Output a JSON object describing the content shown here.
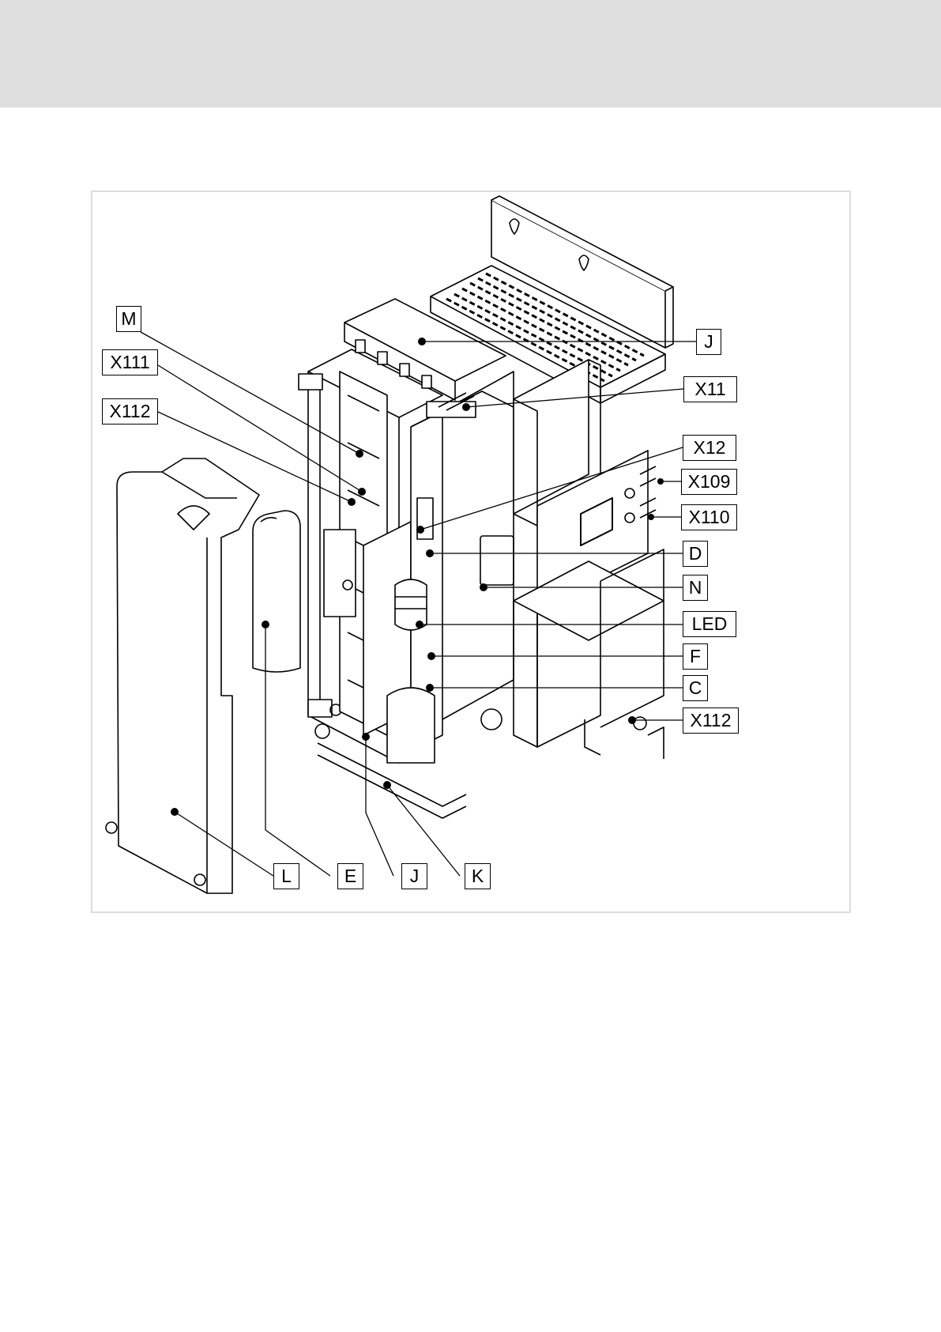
{
  "callouts": {
    "M": "M",
    "X111": "X111",
    "X112_left": "X112",
    "J_top": "J",
    "X11": "X11",
    "X12": "X12",
    "X109": "X109",
    "X110": "X110",
    "D": "D",
    "N": "N",
    "LED": "LED",
    "F": "F",
    "C": "C",
    "X112_right": "X112",
    "L": "L",
    "E": "E",
    "J_bottom": "J",
    "K": "K"
  },
  "colors": {
    "line": "#000000",
    "header_band": "#dedede",
    "frame_border": "#dcdcdc"
  }
}
